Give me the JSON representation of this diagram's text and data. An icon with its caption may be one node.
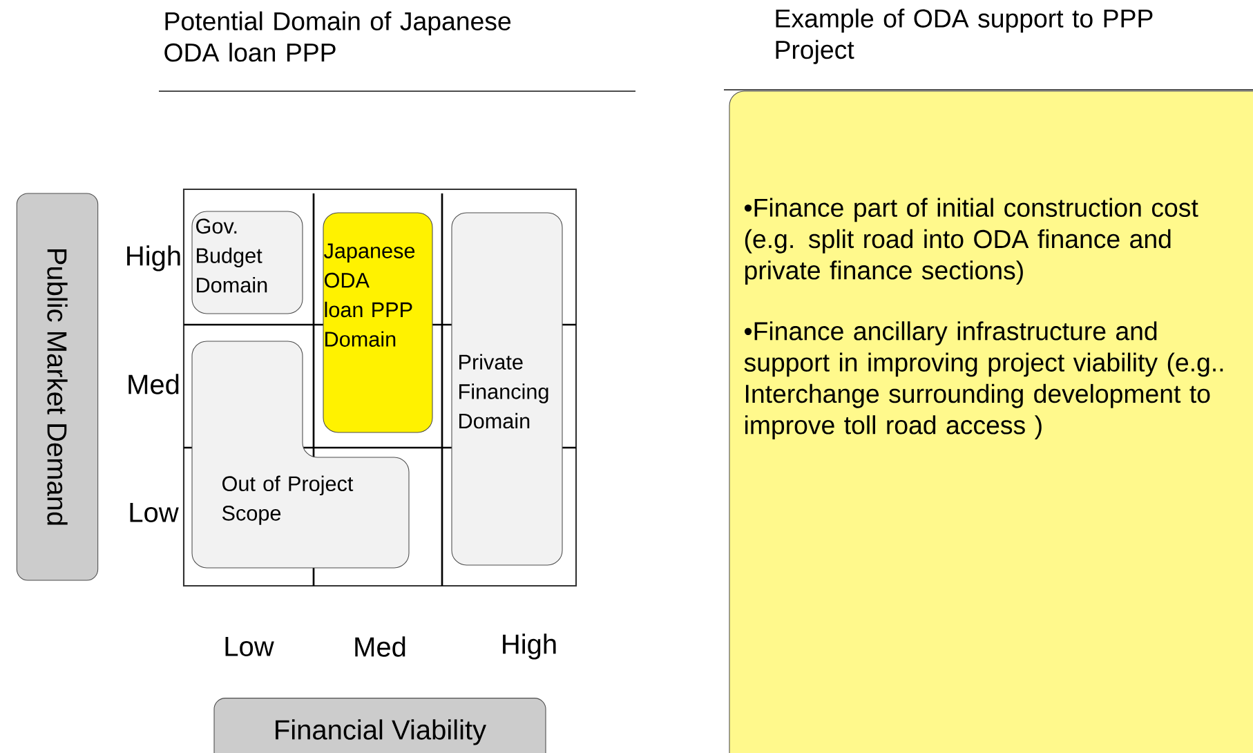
{
  "diagram": {
    "nodes": [
      {
        "text": [
          "Public Market Demand"
        ]
      },
      {
        "text": [
          "Gov. Budget Domain"
        ]
      },
      {
        "text": [
          "Japanese ODA loan PPP Domain"
        ]
      },
      {
        "text": [
          "Private Financing Domain"
        ]
      },
      {
        "text": [
          "Out of Project Scope"
        ]
      },
      {
        "text": [
          "Financial Viability"
        ]
      },
      {
        "text": [
          "•Finance part of initial construction cost (e.g. split road into ODA finance and private finance sections)",
          "•Finance ancillary infrastructure and support in improving project viability (e.g.. Interchange surrounding development to improve toll road access )"
        ]
      }
    ],
    "labels": [
      "Potential Domain of Japanese ODA loan PPP",
      "Example of ODA support to PPP Project",
      "High",
      "Med",
      "Low",
      "Low",
      "Med",
      "High"
    ]
  }
}
